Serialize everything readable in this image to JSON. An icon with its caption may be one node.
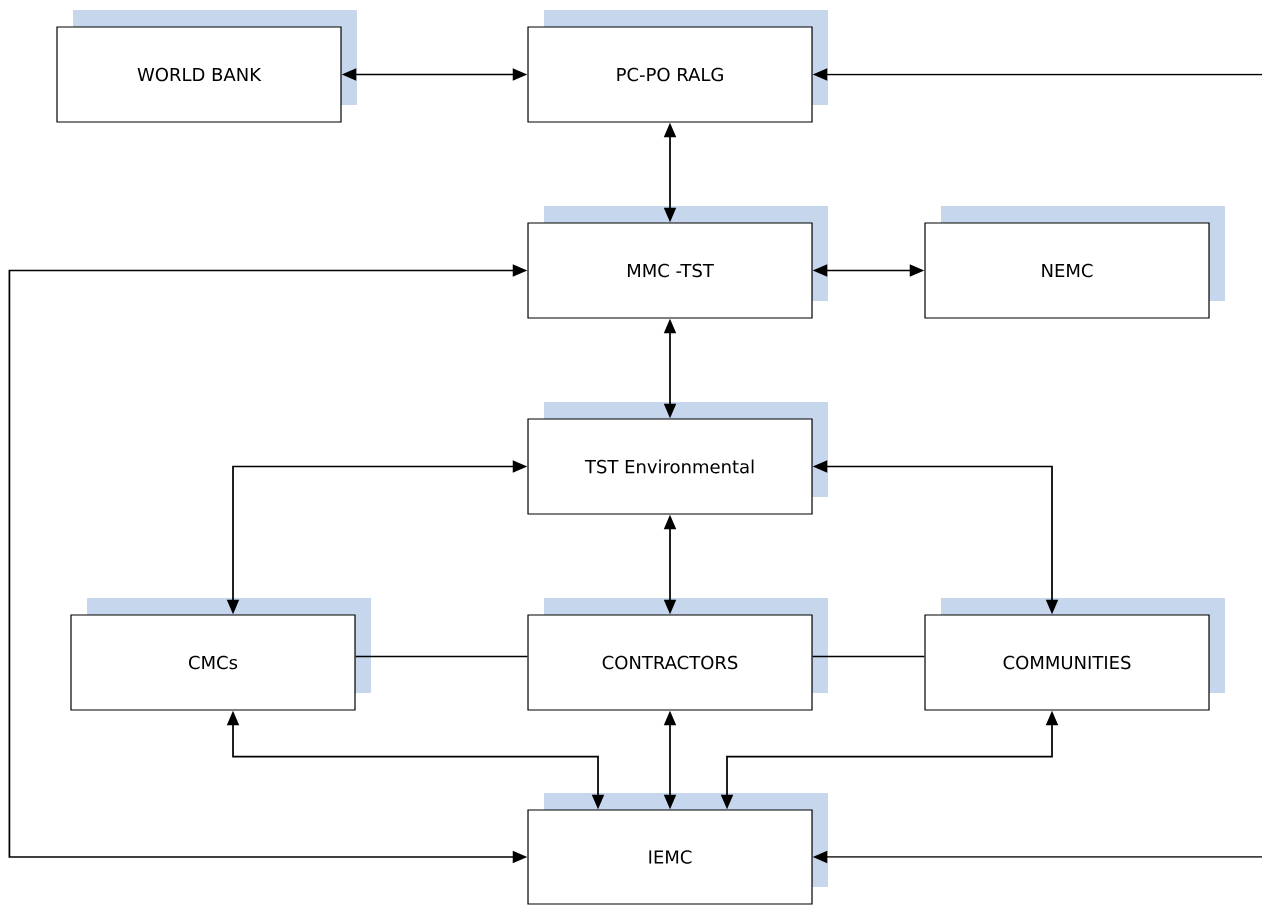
{
  "diagram": {
    "nodes": [
      {
        "text": [
          "WORLD BANK"
        ]
      },
      {
        "text": [
          "PC-PO RALG"
        ]
      },
      {
        "text": [
          "MMC -TST"
        ]
      },
      {
        "text": [
          "NEMC"
        ]
      },
      {
        "text": [
          "TST Environmental"
        ]
      },
      {
        "text": [
          "CMCs"
        ]
      },
      {
        "text": [
          "CONTRACTORS"
        ]
      },
      {
        "text": [
          "COMMUNITIES"
        ]
      },
      {
        "text": [
          "IEMC"
        ]
      }
    ],
    "edges": [
      {
        "from": 0,
        "to": 1,
        "arrow": "both"
      },
      {
        "from": null,
        "to": 1,
        "arrow": "to"
      },
      {
        "from": 1,
        "to": 2,
        "arrow": "both"
      },
      {
        "from": 2,
        "to": 3,
        "arrow": "both"
      },
      {
        "from": 2,
        "to": 4,
        "arrow": "both"
      },
      {
        "from": 8,
        "to": 2,
        "arrow": "both"
      },
      {
        "from": 4,
        "to": 5,
        "arrow": "both"
      },
      {
        "from": 4,
        "to": 6,
        "arrow": "both"
      },
      {
        "from": 4,
        "to": 7,
        "arrow": "both"
      },
      {
        "from": 5,
        "to": 6,
        "arrow": "none"
      },
      {
        "from": 6,
        "to": 7,
        "arrow": "none"
      },
      {
        "from": 5,
        "to": 8,
        "arrow": "both"
      },
      {
        "from": 6,
        "to": 8,
        "arrow": "both"
      },
      {
        "from": 7,
        "to": 8,
        "arrow": "both"
      },
      {
        "from": null,
        "to": 8,
        "arrow": "to"
      }
    ]
  }
}
